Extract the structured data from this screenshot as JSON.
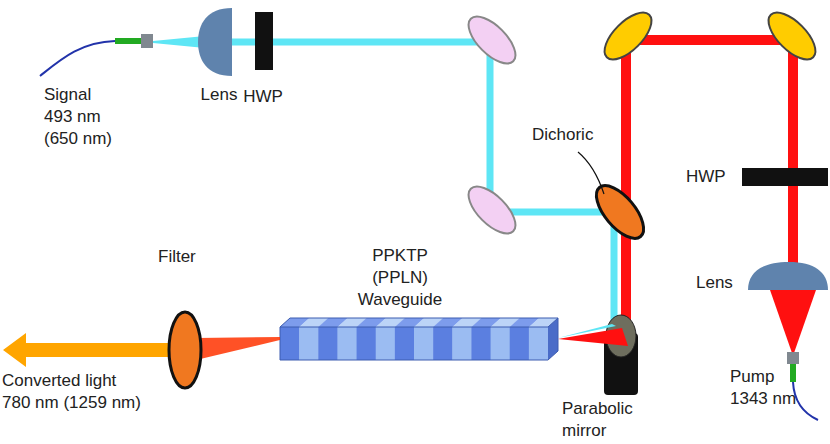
{
  "diagram": {
    "labels": [
      "Signal 493 nm (650 nm)",
      "Lens",
      "HWP",
      "Dichoric",
      "HWP",
      "Lens",
      "PPKTP (PPLN) Waveguide",
      "Filter",
      "Converted light 780 nm (1259 nm)",
      "Parabolic mirror",
      "Pump 1343 nm"
    ]
  }
}
